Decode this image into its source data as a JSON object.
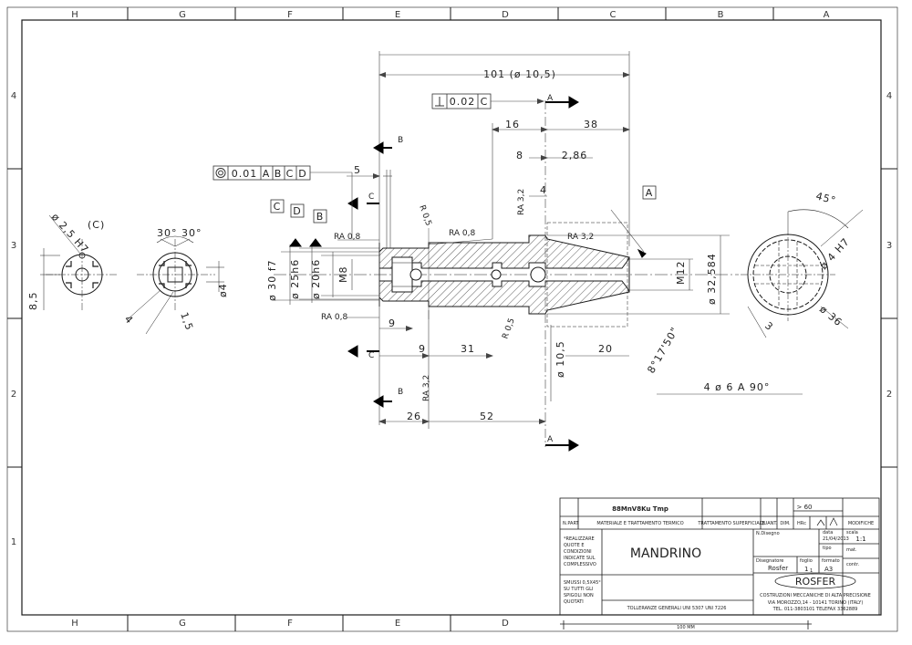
{
  "zones": {
    "columns": [
      "H",
      "G",
      "F",
      "E",
      "D",
      "C",
      "B",
      "A"
    ],
    "columns_bottom": [
      "H",
      "G",
      "F",
      "E",
      "D"
    ],
    "rows": [
      "4",
      "3",
      "2",
      "1"
    ]
  },
  "dims": {
    "overall": "101 (ø 10,5)",
    "perp": "0.02",
    "perp_datum": "C",
    "d16": "16",
    "d38": "38",
    "d8": "8",
    "d286": "2,86",
    "d5": "5",
    "d4": "4",
    "conc": "0.01",
    "conc_datums": [
      "A",
      "B",
      "C",
      "D"
    ],
    "labelC": "C",
    "labelD": "D",
    "labelB": "B",
    "labelA": "A",
    "sectA": "A",
    "sectB": "B",
    "sectC": "C",
    "ra08": "RA 0,8",
    "ra32": "RA 3,2",
    "r05": "R 0,5",
    "d30": "ø 30 f7",
    "d25": "ø 25h6",
    "d20": "ø 20h6",
    "m8": "M8",
    "m12": "M12",
    "d32": "ø 32,584",
    "d9a": "9",
    "d9b": "9",
    "d31": "31",
    "d105": "ø 10,5",
    "d20b": "20",
    "angle": "8°17'50\"",
    "d26": "26",
    "d52": "52",
    "holes": "4 ø 6 A 90°",
    "lp_diam": "ø 2,5 H7",
    "lp_c": "(C)",
    "lp_85": "8,5",
    "mid_angles": "30° 30°",
    "mid_4": "4",
    "mid_15": "1,5",
    "mid_d4": "ø4",
    "rp_45": "45°",
    "rp_d4": "ø 4 H7",
    "rp_36": "ø 36",
    "rp_3": "3"
  },
  "title_block": {
    "material": "88MnV8Ku Tmp",
    "gt60": "> 60",
    "h_npart": "N.PART",
    "h_material": "MATERIALE E TRATTAMENTO TERMICO",
    "h_tratt": "TRATTAMENTO SUPERFICIALE",
    "h_quant": "QUANT.",
    "h_dim": "DIM.",
    "h_hrc": "HRc",
    "h_modifiche": "MODIFICHE",
    "note1": [
      "*REALIZZARE",
      "QUOTE E",
      "CONDIZIONI",
      "INDICATE SUL",
      "COMPLESSIVO"
    ],
    "part_name": "MANDRINO",
    "h_ndisegno": "N.Disegno",
    "h_data": "data",
    "data": "21/04/2013",
    "h_scala": "scala",
    "scala": "1:1",
    "h_tipo": "tipo",
    "h_mat": "mat.",
    "h_disegnatore": "Disegnatore",
    "disegnatore": "Rosfer",
    "h_foglio": "foglio",
    "foglio": "1",
    "foglio_sub": "1",
    "h_formato": "formato",
    "formato": "A3",
    "h_cont": "contr.",
    "note2": [
      "SMUSSI 0,5X45°",
      "SU TUTTI GLI",
      "SPIGOLI NON",
      "QUOTATI"
    ],
    "tolleranze": "TOLLERANZE GENERALI UNI 5307 UNI 7226",
    "logo": "ROSFER",
    "company": "COSTRUZIONI MECCANICHE DI ALTA PRECISIONE",
    "address": "VIA MOROZZO,14 - 10141 TORINO (ITALY)",
    "tel": "TEL. 011-3803101   TELEFAX 3362889",
    "scalebar": "100 MM"
  },
  "colors": {
    "line": "#1a1a1a",
    "hatch": "#333333",
    "arrow": "#000000"
  }
}
